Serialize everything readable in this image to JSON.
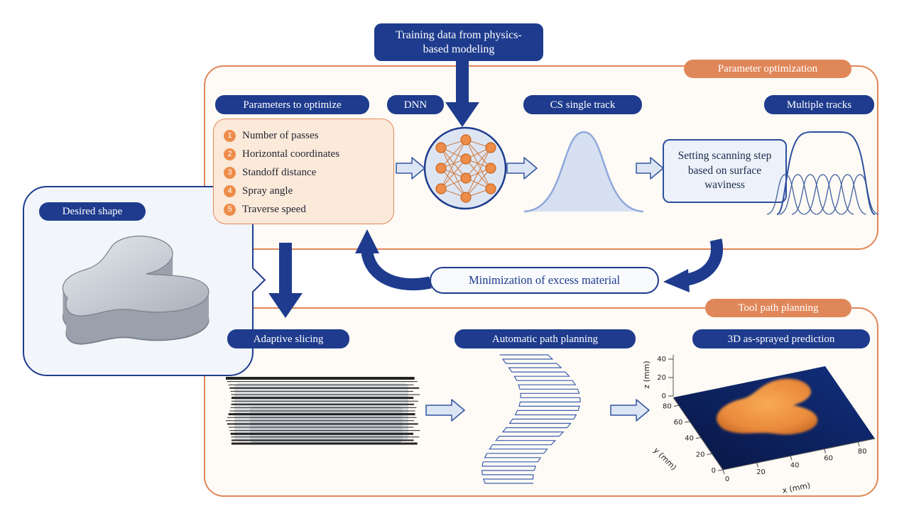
{
  "colors": {
    "navy": "#1e3b8d",
    "orange": "#e0875a",
    "node_orange": "#ee8c49",
    "light_blue_arrow": "#dbe5f4",
    "curve_blue": "#8fa9dc",
    "plot_plane": "#0b1d5c",
    "blob_orange": "#ea8a3c"
  },
  "training_box": {
    "label": "Training data from physics-based modeling"
  },
  "desired_shape": {
    "label": "Desired shape"
  },
  "minimization": {
    "label": "Minimization of excess material"
  },
  "parameter_optimization": {
    "title": "Parameter optimization",
    "parameters_title": "Parameters to optimize",
    "items": [
      {
        "num": "1",
        "label": "Number of passes"
      },
      {
        "num": "2",
        "label": "Horizontal coordinates"
      },
      {
        "num": "3",
        "label": "Standoff distance"
      },
      {
        "num": "4",
        "label": "Spray angle"
      },
      {
        "num": "5",
        "label": "Traverse speed"
      }
    ],
    "dnn_label": "DNN",
    "cs_single_track_label": "CS single track",
    "scanning_box": "Setting scanning step based on surface waviness",
    "multiple_tracks_label": "Multiple tracks"
  },
  "tool_path_planning": {
    "title": "Tool path planning",
    "adaptive_slicing_label": "Adaptive slicing",
    "automatic_path_label": "Automatic path planning",
    "prediction_label": "3D as-sprayed prediction",
    "plot": {
      "xlabel": "x (mm)",
      "ylabel": "y (mm)",
      "zlabel": "z (mm)",
      "x_ticks": [
        0,
        20,
        40,
        60,
        80
      ],
      "y_ticks": [
        0,
        20,
        40,
        60,
        80
      ],
      "z_ticks": [
        0,
        20,
        40
      ]
    }
  }
}
